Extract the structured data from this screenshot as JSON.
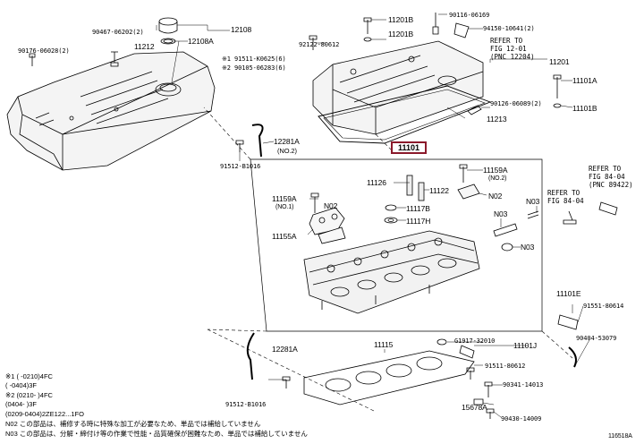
{
  "highlight_part": "11101",
  "labels": {
    "p12108": "12108",
    "p90467": "90467-06202(2)",
    "p12108a": "12108A",
    "p11212": "11212",
    "p90176": "90176-06028(2)",
    "p11201b_top": "11201B",
    "p11201b2": "11201B",
    "p90116": "90116-06169",
    "p94150": "94150-10641(2)",
    "p92122": "92122-80612",
    "p91511": "※1 91511-K0625(6)",
    "p90105": "※2 90105-06283(6)",
    "p11201": "11201",
    "p11101a": "11101A",
    "p90126": "90126-06089(2)",
    "p11101b": "11101B",
    "p11213": "11213",
    "p12281a_top": "12281A",
    "p12281a_no2": "(NO.2)",
    "p91512_top": "91512-B1016",
    "p11159a_right": "11159A",
    "p11159a_right_no": "(NO.2)",
    "p11126": "11126",
    "p11122": "11122",
    "pN02_right": "N02",
    "p11159a_left": "11159A",
    "p11159a_left_no": "(NO.1)",
    "pN02_left": "N02",
    "p11117b": "11117B",
    "p11117h": "11117H",
    "pN03_a": "N03",
    "pN03_b": "N03",
    "pN03_c": "N03",
    "p11155a": "11155A",
    "p11101e": "11101E",
    "p91551": "91551-80614",
    "p90404": "90404-53079",
    "p12281a_bot": "12281A",
    "p11115": "11115",
    "pG1917": "G1917-32010",
    "p11101j": "11101J",
    "p91511b": "91511-80612",
    "p91512_bot": "91512-B1016",
    "p90341": "90341-14013",
    "p15678a": "15678A",
    "p90430": "90430-14009",
    "fig_id": "116518A"
  },
  "refs": {
    "ref1": [
      "REFER TO",
      "FIG 12-01",
      "(PNC 12204)"
    ],
    "ref2": [
      "REFER TO",
      "FIG 84-04",
      "(PNC 89422)"
    ],
    "ref3": [
      "REFER TO",
      "FIG 84-04"
    ]
  },
  "notes": [
    "※1 (      -0210)4FC",
    "        (      -0404)3F",
    "※2 (0210-      )4FC",
    "        (0404-      )3F",
    "        (0209-0404)2ZE122...1FO",
    "N02 この部品は、補修する時に特殊な加工が必要なため、単品では補給していません",
    "N03 この部品は、分解・締付け等の作業で性能・品質確保が困難なため、単品では補給していません"
  ]
}
